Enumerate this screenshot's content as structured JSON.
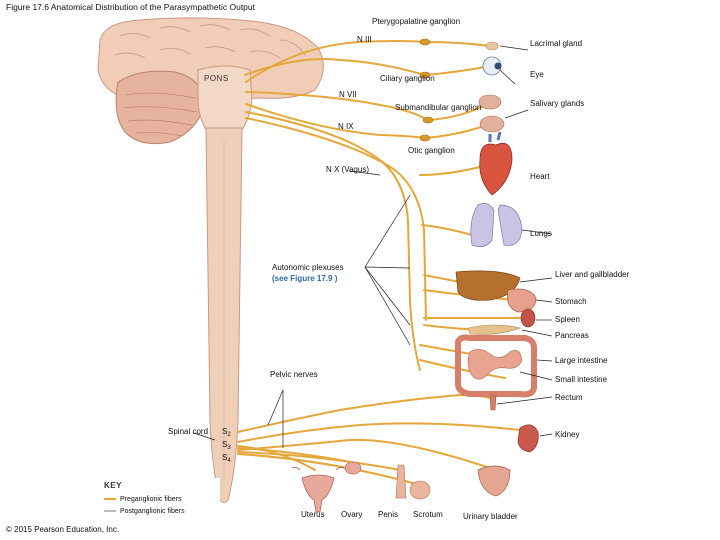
{
  "title": "Figure 17.6 Anatomical Distribution of the Parasympathetic Output",
  "brain_labels": {
    "pons": "PONS",
    "n3": "N III",
    "n7": "N VII",
    "n9": "N IX",
    "n10": "N X (Vagus)"
  },
  "ganglia": {
    "pterygopalatine": "Pterygopalatine ganglion",
    "ciliary": "Ciliary ganglion",
    "submandibular": "Submandibular ganglion",
    "otic": "Otic ganglion"
  },
  "organs": {
    "lacrimal": "Lacrimal gland",
    "eye": "Eye",
    "salivary": "Salivary glands",
    "heart": "Heart",
    "lungs": "Lungs",
    "liver": "Liver and gallbladder",
    "stomach": "Stomach",
    "spleen": "Spleen",
    "pancreas": "Pancreas",
    "large_intestine": "Large intestine",
    "small_intestine": "Small intestine",
    "rectum": "Rectum",
    "kidney": "Kidney",
    "uterus": "Uterus",
    "ovary": "Ovary",
    "penis": "Penis",
    "scrotum": "Scrotum",
    "urinary_bladder": "Urinary bladder"
  },
  "plexus": {
    "label": "Autonomic plexuses",
    "ref": "(see Figure 17.9 )"
  },
  "spinal": {
    "pelvic_nerves": "Pelvic nerves",
    "spinal_cord": "Spinal cord",
    "s2": "S",
    "s2_sub": "2",
    "s3": "S",
    "s3_sub": "3",
    "s4": "S",
    "s4_sub": "4"
  },
  "key": {
    "heading": "KEY",
    "preganglionic": "Preganglionic fibers",
    "postganglionic": "Postganglionic fibers"
  },
  "copyright": "© 2015 Pearson Education, Inc.",
  "colors": {
    "nerve": "#e5a73a",
    "brain": "#f1cdb8",
    "cord": "#f0cfb8",
    "organ_red": "#d9543f",
    "liver": "#b5702f",
    "lung": "#c9c4e3"
  }
}
